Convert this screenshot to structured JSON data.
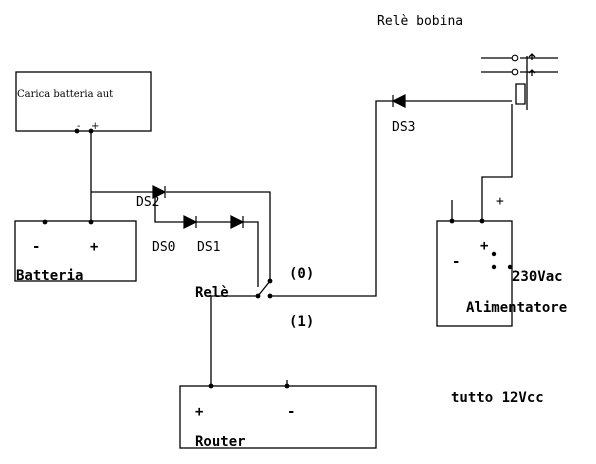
{
  "labels": {
    "rele_bobina": "Relè bobina",
    "carica_batteria": "Carica batteria aut",
    "cb_minus": "-",
    "cb_plus": "+",
    "ds2": "DS2",
    "ds0": "DS0",
    "ds1": "DS1",
    "ds3": "DS3",
    "batteria": "Batteria",
    "batt_minus": "-",
    "batt_plus": "+",
    "rele": "Relè",
    "pos0": "(0)",
    "pos1": "(1)",
    "alim_plus_top": "+",
    "alim_minus": "-",
    "alim_plus": "+",
    "vac": "230Vac",
    "alimentatore": "Alimentatore",
    "router": "Router",
    "router_plus": "+",
    "router_minus": "-",
    "tutto": "tutto 12Vcc"
  }
}
